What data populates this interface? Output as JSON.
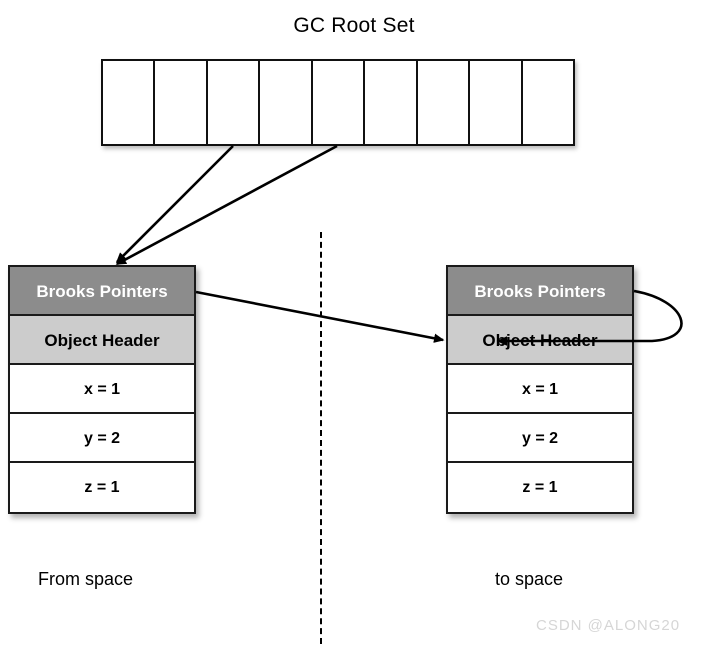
{
  "diagram": {
    "title": "GC Root Set",
    "watermark": "CSDN @ALONG20"
  },
  "root_set": {
    "label": "GC Root Set",
    "cell_count": 9,
    "cells": [
      "",
      "",
      "",
      "",
      "",
      "",
      "",
      "",
      ""
    ]
  },
  "objects": [
    {
      "id": "from-space-object",
      "space_label": "From space",
      "rows": [
        {
          "name": "brooks-pointers",
          "label": "Brooks Pointers",
          "style": "dark"
        },
        {
          "name": "object-header",
          "label": "Object Header",
          "style": "light"
        },
        {
          "name": "field-x",
          "label": "x = 1",
          "style": "plain"
        },
        {
          "name": "field-y",
          "label": "y = 2",
          "style": "plain"
        },
        {
          "name": "field-z",
          "label": "z = 1",
          "style": "plain"
        }
      ]
    },
    {
      "id": "to-space-object",
      "space_label": "to space",
      "rows": [
        {
          "name": "brooks-pointers",
          "label": "Brooks Pointers",
          "style": "dark"
        },
        {
          "name": "object-header",
          "label": "Object Header",
          "style": "light"
        },
        {
          "name": "field-x",
          "label": "x = 1",
          "style": "plain"
        },
        {
          "name": "field-y",
          "label": "y = 2",
          "style": "plain"
        },
        {
          "name": "field-z",
          "label": "z = 1",
          "style": "plain"
        }
      ]
    }
  ],
  "spaces": {
    "from_label": "From space",
    "to_label": "to space"
  },
  "arrows": [
    {
      "name": "root-ref-arrow-1",
      "from": "gc-root-cell-3",
      "to": "from-space-object-top"
    },
    {
      "name": "root-ref-arrow-2",
      "from": "gc-root-cell-5",
      "to": "from-space-object-top"
    },
    {
      "name": "forwarding-pointer-arrow",
      "from": "from-space-brooks-pointers",
      "to": "to-space-object-header"
    },
    {
      "name": "self-forwarding-arrow",
      "from": "to-space-brooks-pointers",
      "to": "to-space-object-header"
    }
  ],
  "colors": {
    "brooks_pointers_bg": "#8c8c8c",
    "object_header_bg": "#cccccc",
    "field_bg": "#ffffff",
    "border": "#1a1a1a",
    "watermark": "#d6d6d6"
  }
}
